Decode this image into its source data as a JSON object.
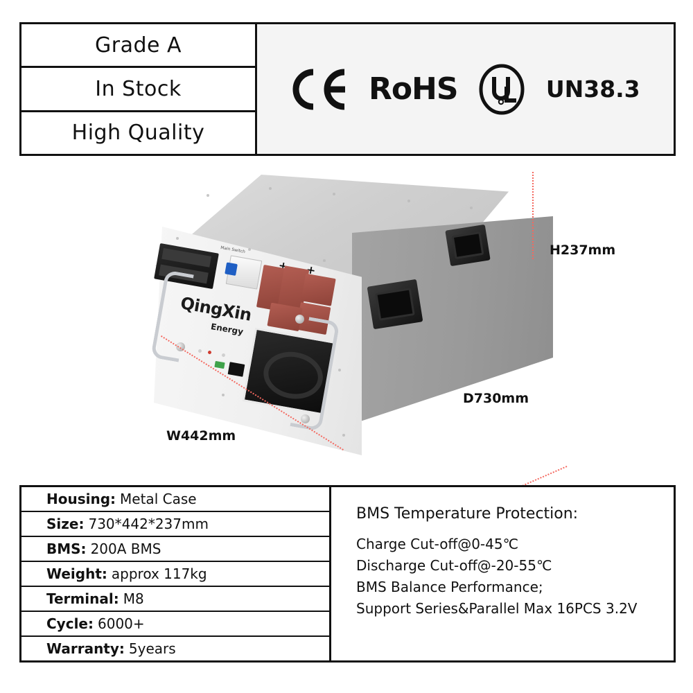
{
  "top_banner": {
    "badges": [
      {
        "label": "Grade A"
      },
      {
        "label": "In Stock"
      },
      {
        "label": "High Quality"
      }
    ],
    "certifications": [
      {
        "name": "ce-mark",
        "label": "CE"
      },
      {
        "name": "rohs-mark",
        "label": "RoHS"
      },
      {
        "name": "ul-mark",
        "label": "UL"
      },
      {
        "name": "un383-mark",
        "label": "UN38.3"
      }
    ]
  },
  "product_photo": {
    "brand": "QingXin",
    "brand_sub": "Energy",
    "switch_label": "Main Switch",
    "terminal_markers": [
      "+",
      "+"
    ],
    "dimensions": {
      "height": "H237mm",
      "depth": "D730mm",
      "width": "W442mm"
    }
  },
  "specifications": [
    {
      "key": "Housing:",
      "value": "Metal Case"
    },
    {
      "key": "Size:",
      "value": "730*442*237mm"
    },
    {
      "key": "BMS:",
      "value": "200A BMS"
    },
    {
      "key": "Weight:",
      "value": "approx 117kg"
    },
    {
      "key": "Terminal:",
      "value": "M8"
    },
    {
      "key": "Cycle:",
      "value": "6000+"
    },
    {
      "key": "Warranty:",
      "value": "5years"
    }
  ],
  "bms_protection": {
    "title": "BMS Temperature Protection:",
    "lines": [
      "Charge Cut-off@0-45℃",
      "Discharge Cut-off@-20-55℃",
      "BMS Balance Performance;",
      "Support Series&Parallel Max 16PCS 3.2V"
    ]
  },
  "colors": {
    "border": "#111111",
    "cert_panel_bg": "#f4f4f4",
    "case_top": "#d3d3d3",
    "case_side": "#9a9a9a",
    "case_front": "#f2f2f2",
    "connector_red": "#a35148",
    "dimension_line": "#f4685f"
  }
}
